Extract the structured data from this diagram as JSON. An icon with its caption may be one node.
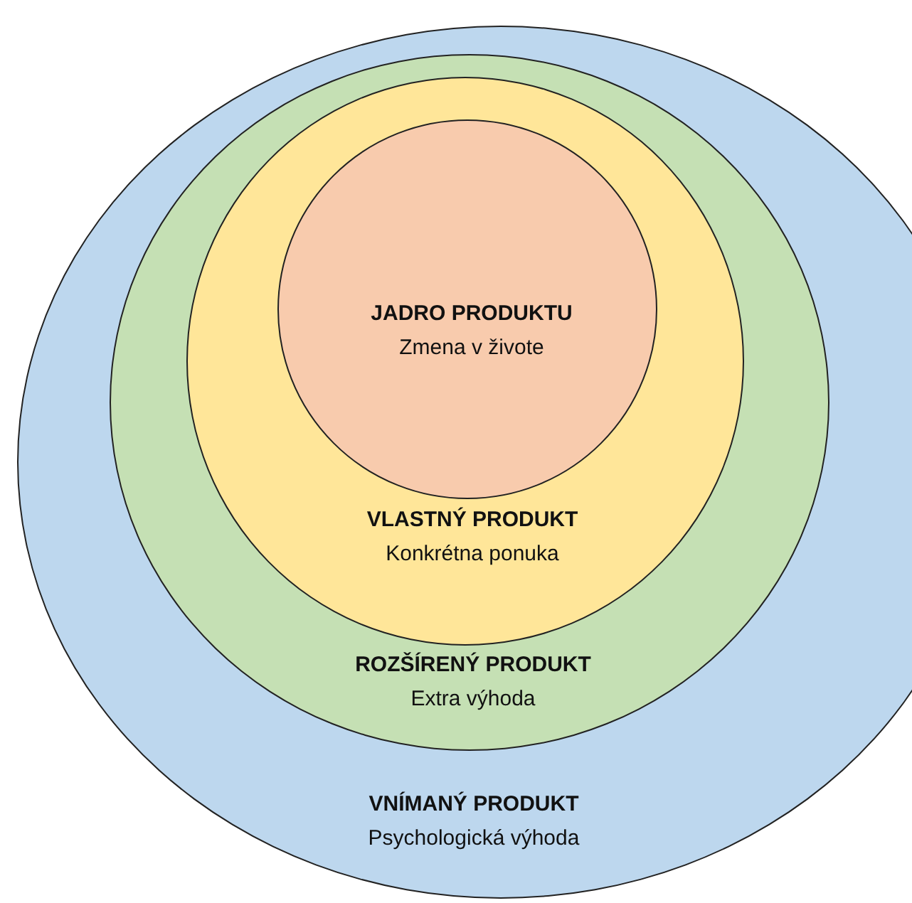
{
  "diagram": {
    "nodes": [
      {
        "text": [
          "VNÍMANÝ PRODUKT",
          "Psychologická výhoda"
        ]
      },
      {
        "text": [
          "ROZŠÍRENÝ PRODUKT",
          "Extra výhoda"
        ],
        "in": 0
      },
      {
        "text": [
          "VLASTNÝ PRODUKT",
          "Konkrétna ponuka"
        ],
        "in": 1
      },
      {
        "text": [
          "JADRO PRODUKTU",
          "Zmena v živote"
        ],
        "in": 2
      }
    ]
  }
}
